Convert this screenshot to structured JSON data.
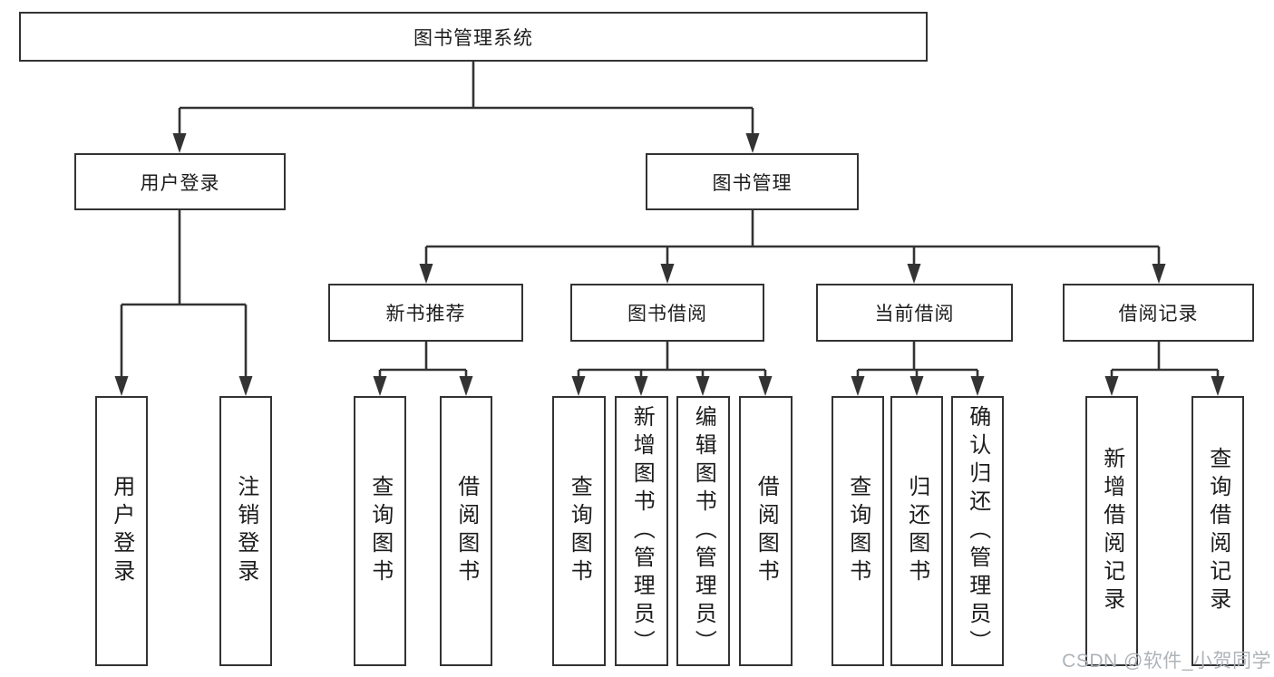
{
  "diagram_title": "图书管理系统",
  "watermark": "CSDN @软件_小贺同学",
  "colors": {
    "line": "#333333",
    "box_border": "#333333",
    "text": "#1c1c1c",
    "watermark": "#aeb3b8",
    "background": "#ffffff"
  },
  "nodes": {
    "root": {
      "label": "图书管理系统"
    },
    "user_login": {
      "label": "用户登录"
    },
    "book_management": {
      "label": "图书管理"
    },
    "new_book_recommend": {
      "label": "新书推荐"
    },
    "book_borrow": {
      "label": "图书借阅"
    },
    "current_borrow": {
      "label": "当前借阅"
    },
    "borrow_records": {
      "label": "借阅记录"
    },
    "leaf_user_login": {
      "label": "用户登录"
    },
    "leaf_logout": {
      "label": "注销登录"
    },
    "leaf_newbook_query": {
      "label": "查询图书"
    },
    "leaf_newbook_borrow": {
      "label": "借阅图书"
    },
    "leaf_borrow_query": {
      "label": "查询图书"
    },
    "leaf_borrow_add": {
      "label": "新增图书（管理员）"
    },
    "leaf_borrow_edit": {
      "label": "编辑图书（管理员）"
    },
    "leaf_borrow_borrow": {
      "label": "借阅图书"
    },
    "leaf_current_query": {
      "label": "查询图书"
    },
    "leaf_current_return": {
      "label": "归还图书"
    },
    "leaf_current_confirm": {
      "label": "确认归还（管理员）"
    },
    "leaf_records_add": {
      "label": "新增借阅记录"
    },
    "leaf_records_query": {
      "label": "查询借阅记录"
    }
  }
}
